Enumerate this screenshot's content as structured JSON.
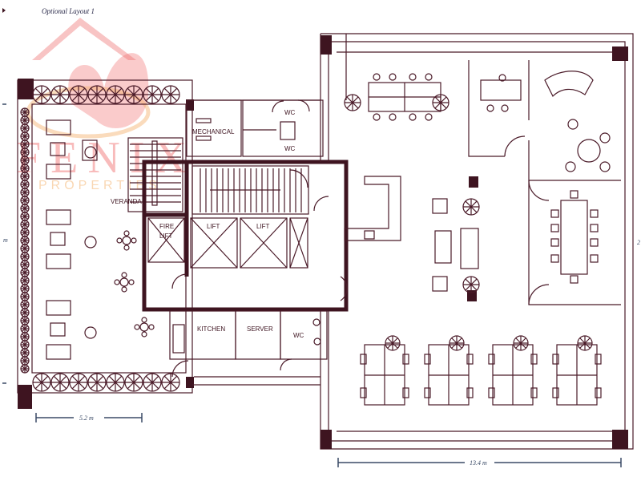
{
  "title": "Optional Layout 1",
  "watermark": {
    "brand": "FENIX",
    "sub": "PROPERTIES"
  },
  "rooms": {
    "veranda": "VERANDA",
    "mechanical": "MECHANICAL",
    "wc_top": "WC",
    "wc_mid": "WC",
    "fire_lift_1": "FIRE",
    "fire_lift_2": "LIFT",
    "lift_1": "LIFT",
    "lift_2": "LIFT",
    "kitchen": "KITCHEN",
    "server": "SERVER",
    "wc_bottom": "WC"
  },
  "dimensions": {
    "left_width": "5.2 m",
    "right_width": "13.4 m",
    "left_side": "m",
    "right_side": "2"
  },
  "colors": {
    "wall": "#3e1420",
    "dimension": "#3a4a66",
    "watermark": "#f06a6a"
  }
}
